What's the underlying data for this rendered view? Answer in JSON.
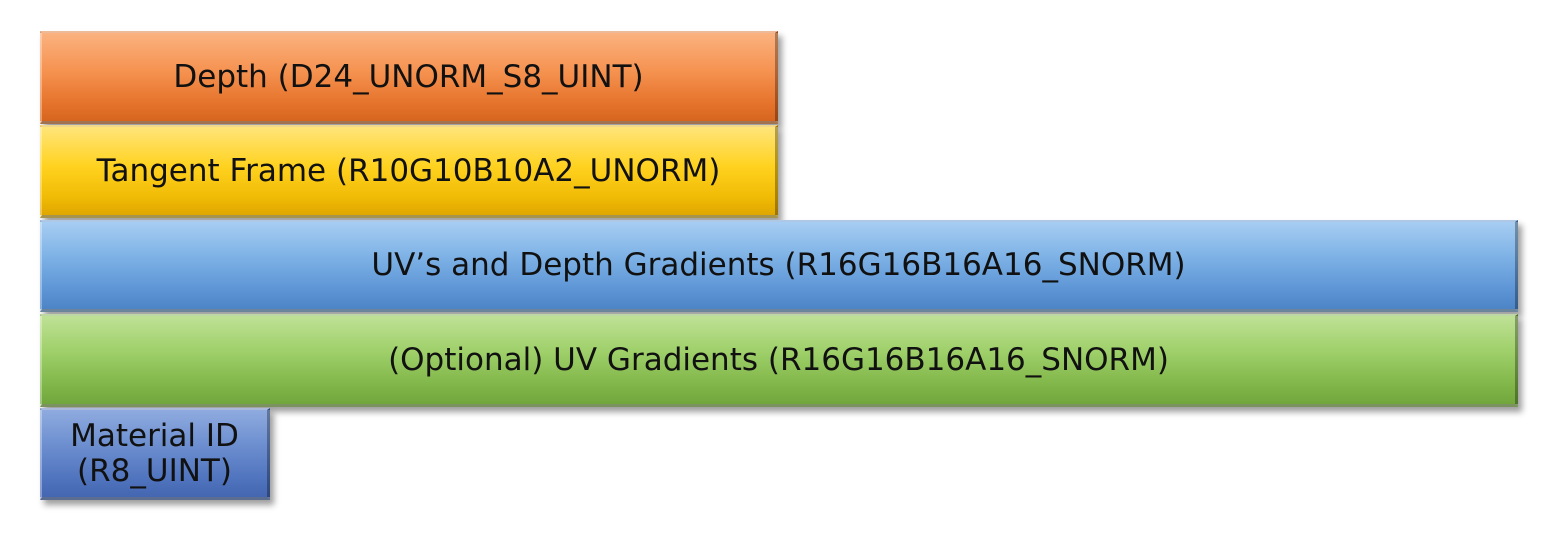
{
  "blocks": {
    "depth": {
      "label": "Depth (D24_UNORM_S8_UINT)",
      "color": "#f08a45"
    },
    "tangent_frame": {
      "label": "Tangent Frame (R10G10B10A2_UNORM)",
      "color": "#ffcc10"
    },
    "uv_depth_gradients": {
      "label": "UV’s and Depth Gradients (R16G16B16A16_SNORM)",
      "color": "#6fa5df"
    },
    "uv_gradients": {
      "label": "(Optional) UV Gradients (R16G16B16A16_SNORM)",
      "color": "#90c45a"
    },
    "material_id": {
      "label": "Material ID\n(R8_UINT)",
      "color": "#5d80c8"
    }
  }
}
